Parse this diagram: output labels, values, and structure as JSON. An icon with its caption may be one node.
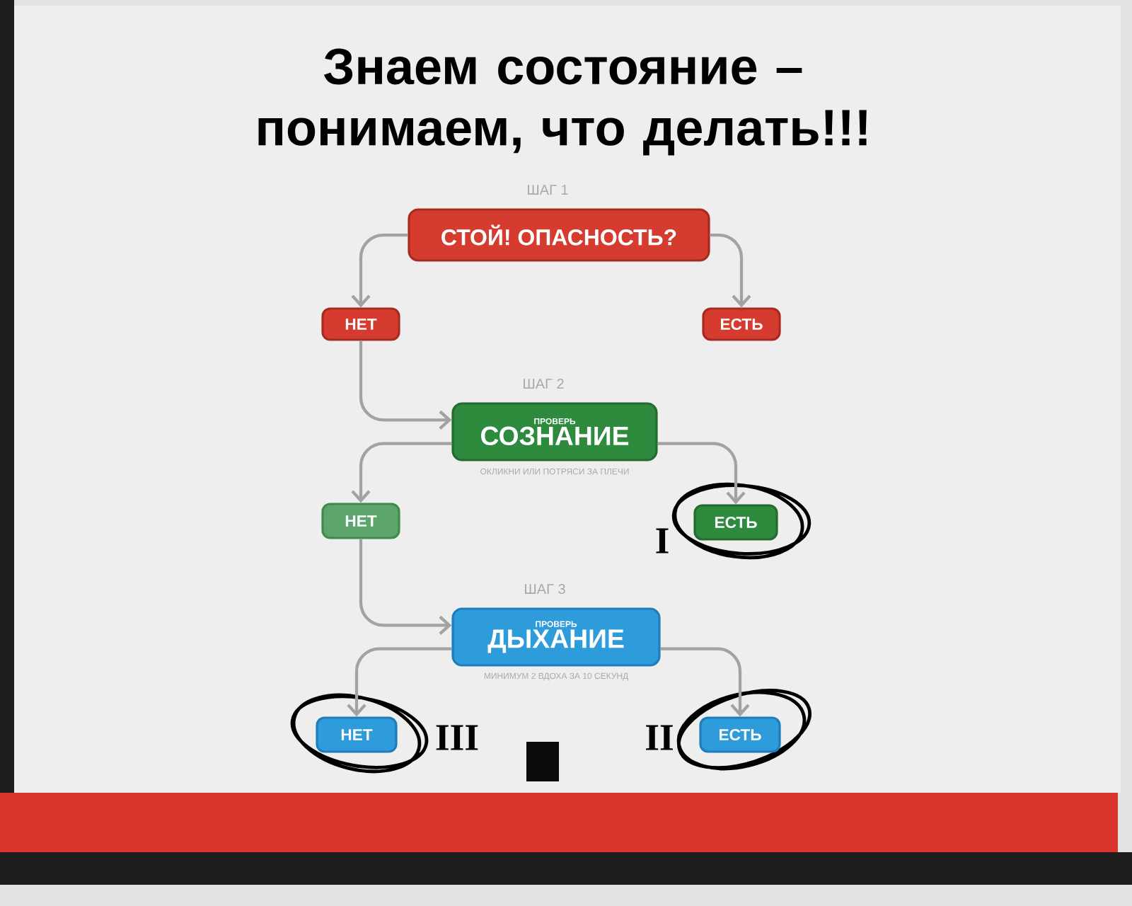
{
  "diagram": {
    "title": "Знаем состояние – понимаем, что делать!!!",
    "nodes": [
      {
        "text": [
          "ШАГ 1",
          "СТОЙ! ОПАСНОСТЬ?"
        ]
      },
      {
        "text": [
          "НЕТ"
        ]
      },
      {
        "text": [
          "ЕСТЬ"
        ]
      },
      {
        "text": [
          "ШАГ 2",
          "ПРОВЕРЬ",
          "СОЗНАНИЕ"
        ],
        "beside": [
          "ОКЛИКНИ ИЛИ ПОТРЯСИ ЗА ПЛЕЧИ"
        ]
      },
      {
        "text": [
          "НЕТ"
        ]
      },
      {
        "text": [
          "ЕСТЬ"
        ]
      },
      {
        "text": [
          "ШАГ 3",
          "ПРОВЕРЬ",
          "ДЫХАНИЕ"
        ],
        "beside": [
          "МИНИМУМ 2 ВДОХА ЗА 10 СЕКУНД"
        ]
      },
      {
        "text": [
          "НЕТ"
        ]
      },
      {
        "text": [
          "ЕСТЬ"
        ]
      }
    ],
    "edges": [
      {
        "from": 0,
        "to": 1,
        "arrow": "to"
      },
      {
        "from": 0,
        "to": 2,
        "arrow": "to"
      },
      {
        "from": 1,
        "to": 3,
        "arrow": "to"
      },
      {
        "from": 3,
        "to": 4,
        "arrow": "to"
      },
      {
        "from": 3,
        "to": 5,
        "arrow": "to"
      },
      {
        "from": 4,
        "to": 6,
        "arrow": "to"
      },
      {
        "from": 6,
        "to": 7,
        "arrow": "to"
      },
      {
        "from": 6,
        "to": 8,
        "arrow": "to"
      }
    ],
    "labels": [
      "I",
      "III",
      "II"
    ]
  }
}
